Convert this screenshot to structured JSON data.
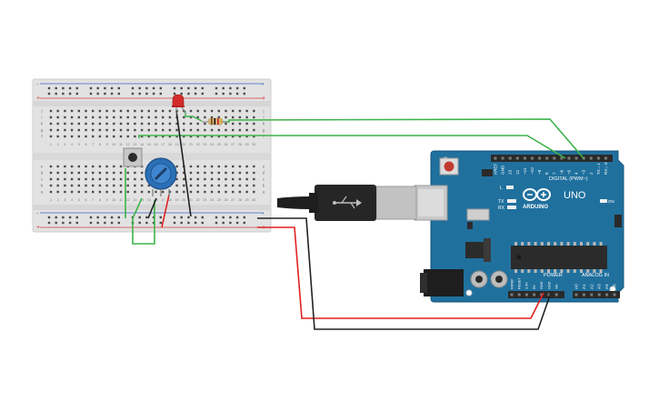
{
  "breadboard": {
    "rail_plus": "+",
    "rail_minus": "-",
    "column_numbers": [
      "1",
      "2",
      "3",
      "4",
      "5",
      "6",
      "7",
      "8",
      "9",
      "10",
      "11",
      "12",
      "13",
      "14",
      "15",
      "16",
      "17",
      "18",
      "19",
      "20",
      "21",
      "22",
      "23",
      "24",
      "25",
      "26",
      "27",
      "28",
      "29",
      "30"
    ],
    "row_letters_top": [
      "j",
      "i",
      "h",
      "g",
      "f"
    ],
    "row_letters_bottom": [
      "e",
      "d",
      "c",
      "b",
      "a"
    ]
  },
  "arduino": {
    "board_name": "UNO",
    "brand": "ARDUINO",
    "digital_header_label": "DIGITAL (PWM~)",
    "digital_pins": [
      "AREF",
      "GND",
      "13",
      "12",
      "~11",
      "~10",
      "~9",
      "8",
      "7",
      "~6",
      "~5",
      "4",
      "~3",
      "2",
      "TX→1",
      "RX←0"
    ],
    "power_header_label": "POWER",
    "power_pins": [
      "IOREF",
      "RESET",
      "3.3V",
      "5V",
      "GND",
      "GND",
      "Vin"
    ],
    "analog_header_label": "ANALOG IN",
    "analog_pins": [
      "A0",
      "A1",
      "A2",
      "A3",
      "A4",
      "A5"
    ],
    "led_labels": [
      "L",
      "TX",
      "RX"
    ],
    "on_label": "ON"
  },
  "colors": {
    "breadboard": "#e4e4e4",
    "arduino_board": "#1f6f9f",
    "wire_green": "#3db34a",
    "wire_red": "#e02020",
    "wire_black": "#222222",
    "led_red": "#d42a2a",
    "pot_blue": "#2b6fb5"
  }
}
